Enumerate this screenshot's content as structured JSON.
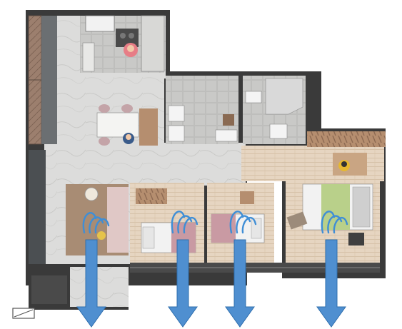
{
  "plan": {
    "rooms": [
      {
        "id": "kitchen",
        "type": "kitchen"
      },
      {
        "id": "living-dining",
        "type": "living-dining"
      },
      {
        "id": "bathroom-1",
        "type": "bathroom"
      },
      {
        "id": "bathroom-2",
        "type": "bathroom"
      },
      {
        "id": "master-bedroom",
        "type": "bedroom"
      },
      {
        "id": "bedroom-2",
        "type": "bedroom"
      },
      {
        "id": "bedroom-3",
        "type": "bedroom"
      },
      {
        "id": "study",
        "type": "study"
      },
      {
        "id": "balcony",
        "type": "balcony"
      }
    ],
    "airflow_arrows": 4,
    "wind_swirls": 4,
    "colors": {
      "arrow": "#4f8fd0",
      "arrow_edge": "#2f6fae",
      "swirl": "#3f8ed6",
      "wall": "#3a3a3a",
      "marble": "#d9d9d7",
      "wood_floor": "#e4d2bd",
      "bed_green": "#b9d08a",
      "bed_pink": "#c99aa3"
    }
  }
}
